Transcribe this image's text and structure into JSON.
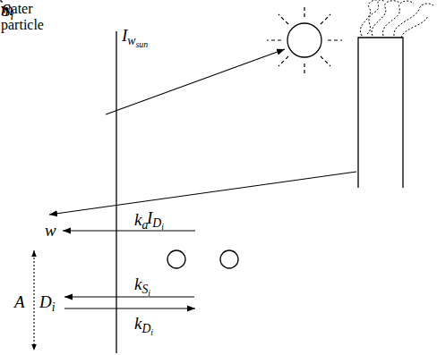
{
  "diagram": {
    "nodes": [
      {
        "text": [
          "m",
          "water particle"
        ]
      },
      {
        "text": [
          "Si"
        ],
        "in": 0
      }
    ],
    "labels": [
      "Iwsun",
      "IDi",
      "w",
      "ka",
      "kSi",
      "kDi",
      "Di",
      "A"
    ]
  }
}
